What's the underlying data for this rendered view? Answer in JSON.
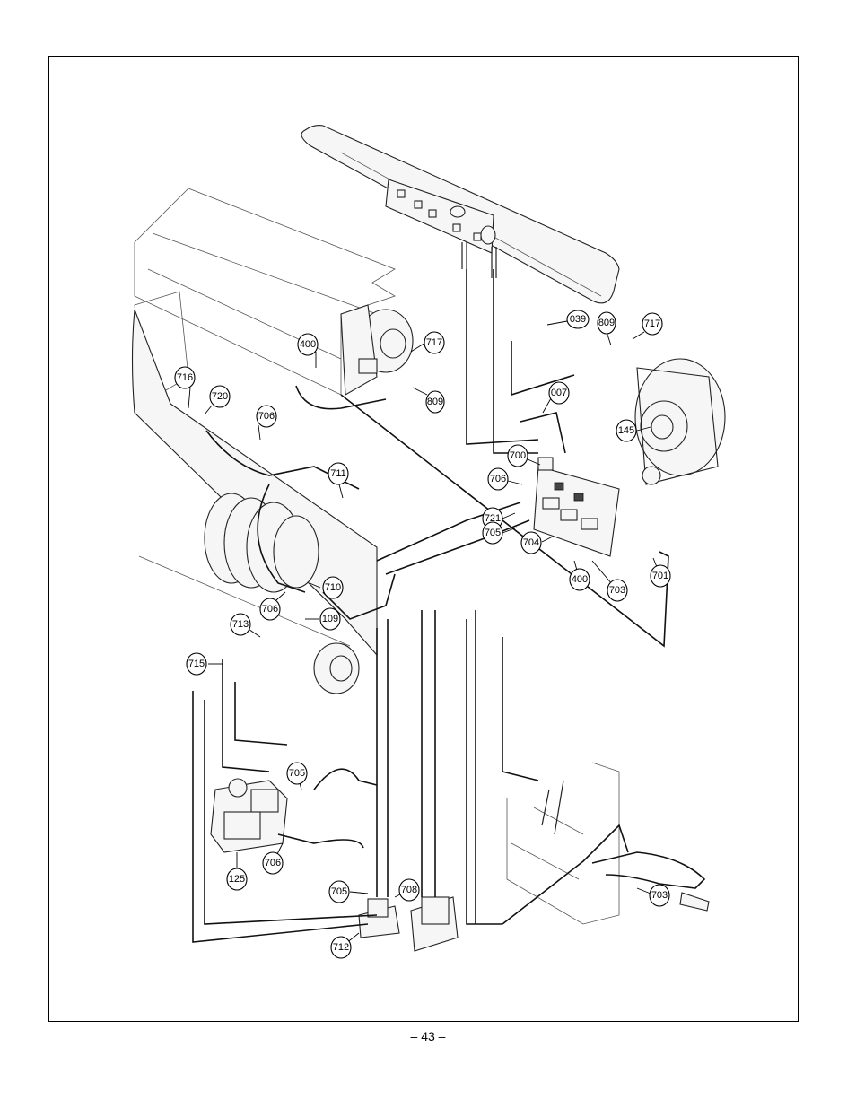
{
  "page_number": "– 43 –",
  "callouts": [
    {
      "id": "039"
    },
    {
      "id": "809"
    },
    {
      "id": "717"
    },
    {
      "id": "400"
    },
    {
      "id": "717"
    },
    {
      "id": "809"
    },
    {
      "id": "716"
    },
    {
      "id": "720"
    },
    {
      "id": "706"
    },
    {
      "id": "007"
    },
    {
      "id": "145"
    },
    {
      "id": "700"
    },
    {
      "id": "711"
    },
    {
      "id": "706"
    },
    {
      "id": "721"
    },
    {
      "id": "705"
    },
    {
      "id": "704"
    },
    {
      "id": "400"
    },
    {
      "id": "703"
    },
    {
      "id": "701"
    },
    {
      "id": "710"
    },
    {
      "id": "706"
    },
    {
      "id": "109"
    },
    {
      "id": "713"
    },
    {
      "id": "715"
    },
    {
      "id": "705"
    },
    {
      "id": "125"
    },
    {
      "id": "706"
    },
    {
      "id": "705"
    },
    {
      "id": "708"
    },
    {
      "id": "712"
    },
    {
      "id": "703"
    }
  ]
}
